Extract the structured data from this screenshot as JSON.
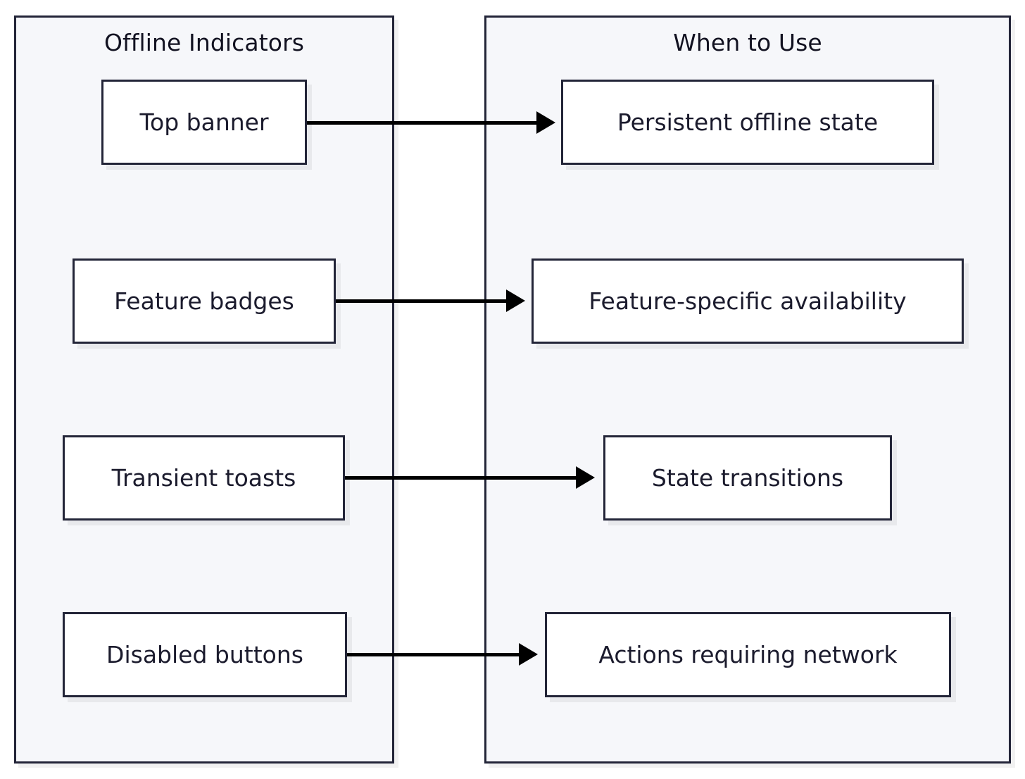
{
  "diagram": {
    "type": "flowchart",
    "direction": "left-to-right",
    "background": "#ffffff",
    "colors": {
      "panel_background": "#f6f7fa",
      "node_background": "#ffffff",
      "border": "#232538",
      "text": "#1b1b2d",
      "edge": "#000000"
    },
    "panels": [
      {
        "id": "offline-indicators",
        "title": "Offline Indicators",
        "nodes": [
          {
            "id": "top-banner",
            "label": "Top banner"
          },
          {
            "id": "feature-badges",
            "label": "Feature badges"
          },
          {
            "id": "transient-toasts",
            "label": "Transient toasts"
          },
          {
            "id": "disabled-buttons",
            "label": "Disabled buttons"
          }
        ]
      },
      {
        "id": "when-to-use",
        "title": "When to Use",
        "nodes": [
          {
            "id": "persistent-offline",
            "label": "Persistent offline state"
          },
          {
            "id": "feature-specific",
            "label": "Feature-specific availability"
          },
          {
            "id": "state-transitions",
            "label": "State transitions"
          },
          {
            "id": "actions-network",
            "label": "Actions requiring network"
          }
        ]
      }
    ],
    "edges": [
      {
        "from": "top-banner",
        "to": "persistent-offline",
        "style": "solid-arrow"
      },
      {
        "from": "feature-badges",
        "to": "feature-specific",
        "style": "solid-arrow"
      },
      {
        "from": "transient-toasts",
        "to": "state-transitions",
        "style": "solid-arrow"
      },
      {
        "from": "disabled-buttons",
        "to": "actions-network",
        "style": "solid-arrow"
      }
    ]
  }
}
